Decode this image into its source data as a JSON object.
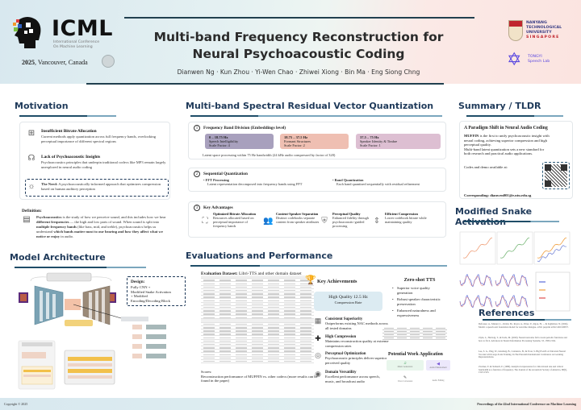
{
  "header": {
    "logo_text": "ICML",
    "logo_sub_line1": "International Conference",
    "logo_sub_line2": "On Machine Learning",
    "venue_year": "2025",
    "venue_place": ", Vancouver, Canada",
    "title_line1": "Multi-band Frequency Reconstruction for",
    "title_line2": "Neural Psychoacoustic Coding",
    "authors": "Dianwen Ng  ·  Kun Zhou  ·  Yi-Wen Chao  ·  Zhiwei Xiong  ·  Bin Ma  ·  Eng Siong Chng",
    "ntu_lines": [
      "NANYANG",
      "TECHNOLOGICAL",
      "UNIVERSITY"
    ],
    "ntu_country": "SINGAPORE",
    "tongyi_line1": "TONGYI",
    "tongyi_line2": "Speech Lab"
  },
  "motivation": {
    "title": "Motivation",
    "items": [
      {
        "icon": "hierarchy-icon",
        "title": "Insufficient Bitrate Allocation",
        "text": "Current methods apply quantization across full frequency bands, overlooking perceptual importance of different spectral regions"
      },
      {
        "icon": "brain-icon",
        "title": "Lack of Psychoacoustic Insights",
        "text": "Psychoacoustics principles that underpin traditional codecs like MP3 remain largely unexplored in neural audio coding"
      }
    ],
    "need_title": "The Need:",
    "need_text": " A psychoacoustically-informed approach that optimizes compression based on human auditory perception",
    "definition_title": "Definition:",
    "definition_term": "Psychoacoustics",
    "definition_text1": " is the study of how we perceive sound, and this includes how we hear ",
    "definition_bold1": "different frequencies",
    "definition_text2": " — the high and low parts of sound. When sound is split into ",
    "definition_bold2": "multiple frequency bands",
    "definition_text3": " (like bass, mid, and treble), psychoacoustics helps us understand ",
    "definition_bold3": "which bands matter most to our hearing and how they affect what we notice or enjoy",
    "definition_text4": " in audio."
  },
  "architecture": {
    "title": "Model Architecture",
    "design_title": "Design:",
    "design_lines": [
      "Fully CNN +",
      "Modified Snake Activation",
      "+ Modified",
      "Encoding/Decoding Block"
    ]
  },
  "msrvq": {
    "title": "Multi-band Spectral Residual Vector Quantization",
    "step1_title": "Frequency Band Division (Embeddings level)",
    "bands": [
      {
        "range": "0 – 18.75 Hz",
        "desc": "Speech Intelligibility",
        "scale": "Scale Factor: 4",
        "color": "#a8a0bd"
      },
      {
        "range": "18.75 – 37.5 Hz",
        "desc": "Formant Structures",
        "scale": "Scale Factor: 2",
        "color": "#efbfb2"
      },
      {
        "range": "37.5 – 75 Hz",
        "desc": "Speaker Identity & Timbre",
        "scale": "Scale Factor: 1",
        "color": "#ddbfd2"
      }
    ],
    "step1_note": "Latent space processing within 75 Hz bandwidth (24 kHz audio compressed by factor of 320)",
    "step2_title": "Sequential Quantization",
    "step2_a_title": "FFT Processing",
    "step2_a_text": "Latent representation decomposed into frequency bands using FFT",
    "step2_b_title": "Band Quantization",
    "step2_b_text": "Each band quantized sequentially with residual refinement",
    "step3_title": "Key Advantages",
    "advantages": [
      {
        "icon": "bitrate-icon",
        "title": "Optimized Bitrate Allocation",
        "text": "Resources allocated based on perceptual importance of frequency bands"
      },
      {
        "icon": "people-icon",
        "title": "Content-Speaker Separation",
        "text": "Distinct codebooks separate content from speaker attributes"
      },
      {
        "icon": "shield-icon",
        "title": "Perceptual Quality",
        "text": "Enhanced fidelity through psychoacoustic-guided processing"
      },
      {
        "icon": "compress-icon",
        "title": "Efficient Compression",
        "text": "Lower codebook bitrate while maintaining quality"
      }
    ]
  },
  "evaluation": {
    "title": "Evaluations and Performance",
    "dataset_label": "Evaluation Dataset:",
    "dataset_value": " Libri-TTS and other domain dataset",
    "scores_label": "Scores:",
    "scores_text": "Reconstruction performance of MUFFIN vs. other codecs (more results can be found in the paper)",
    "key_title": "Key Achievements",
    "hq_line1": "High Quality 12.5 Hz",
    "hq_line2": "Compression Rate",
    "achievements": [
      {
        "icon": "consistency-icon",
        "title": "Consistent Superiority",
        "text": "Outperforms existing NAC methods across all tested domains"
      },
      {
        "icon": "compression-icon",
        "title": "High Compression",
        "text": "Maintains reconstruction quality at extreme compression rates"
      },
      {
        "icon": "ear-icon",
        "title": "Perceptual Optimization",
        "text": "Psychoacoustic principles deliver superior perceived quality"
      },
      {
        "icon": "globe-icon",
        "title": "Domain Versatility",
        "text": "Excellent performance across speech, music, and broadcast audio"
      }
    ],
    "zs_title": "Zero-shot TTS",
    "zs_items": [
      "Superior voice quality generation",
      "Robust speaker characteristic preservation",
      "Enhanced naturalness and expressiveness"
    ],
    "pwa_title": "Potential Work Application",
    "pwa_items": [
      "Music Generation",
      "Audio Enhancement",
      "Voice Conversion",
      "Audio Editing"
    ]
  },
  "summary": {
    "title": "Summary / TLDR",
    "heading": "A Paradigm Shift in Neural Audio Coding",
    "name": "MUFFIN",
    "text1": " is the first to unify psychoacoustic insight with neural coding, achieving superior compression and high perceptual quality.",
    "text2": "Multi-band latent quantization sets a new standard for both research and practical audio applications.",
    "code": "Codes and demo available at:",
    "corresponding": "Corresponding: dianwen001@e.ntu.edu.sg"
  },
  "snake": {
    "title": "Modified Snake Activation"
  },
  "references": {
    "title": "References",
    "items": [
      "Defossez, A., Mazaré, L., Orsini, M., Royer, A., Pérez, P., Jégou, H., ... & Zeghidour, N. (2024). Moshi: a speech-text foundation model for real-time dialogue. arXiv preprint arXiv:2410.00037.",
      "Ziyin, L., Hartwig, T., & Ueda, M. (2020). Neural networks fail to learn periodic functions and how to fix it. Advances in Neural Information Processing Systems, 33, 1583-1594.",
      "Lee, S. G., Ping, W., Ginsburg, B., Catanzaro, B., & Yoon, S. BigVGAN: A Universal Neural Vocoder with Large-Scale Training. In The Eleventh International Conference on Learning Representations.",
      "Zwicker, E. & Terhardt, E. (1980). Analytical expressions for critical-band rate and critical bandwidth as a function of frequency. The Journal of the Acoustical Society of America, 68(5), 1523-1525."
    ]
  },
  "footer": {
    "copyright": "Copyright © 2025",
    "proceedings": "Proceedings of the 42nd International Conference on Machine Learning"
  }
}
